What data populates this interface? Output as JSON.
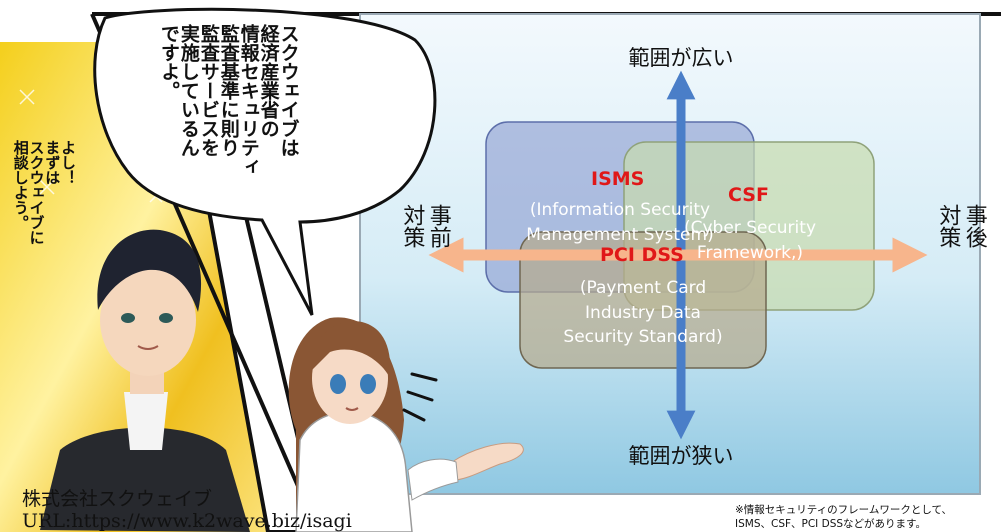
{
  "speech_bubble": {
    "lines": [
      "スクウェイブは",
      "経済産業省の",
      "情報セキュリティ",
      "監査基準に則り",
      "監査サービスを",
      "実施しているん",
      "ですよ。"
    ]
  },
  "man_caption": {
    "lines": [
      "よし！",
      "まずは",
      "スクウェイブに",
      "相談しよう。"
    ]
  },
  "diagram": {
    "top_label": "範囲が広い",
    "bottom_label": "範囲が狭い",
    "left_label": "事前\n対策",
    "right_label": "事後\n対策",
    "frameworks": [
      {
        "name": "ISMS",
        "subtitle": "(Information Security\nManagement System)"
      },
      {
        "name": "CSF",
        "subtitle": "(Cyber Security\nFramework,)"
      },
      {
        "name": "PCI DSS",
        "subtitle": "(Payment Card\nIndustry Data\nSecurity Standard)"
      }
    ],
    "colors": {
      "isms": "#8c9dd0",
      "csf": "#c8dbae",
      "pci": "#b5ab8d",
      "vertical_arrow": "#4a7ec8",
      "horizontal_arrow": "#f7b58c",
      "title_red": "#e01818"
    }
  },
  "footnote": {
    "line1": "※情報セキュリティのフレームワークとして、",
    "line2": "ISMS、CSF、PCI DSSなどがあります。"
  },
  "company": {
    "name": "株式会社スクウェイブ",
    "url": "URL:https://www.k2wave.biz/isagi"
  }
}
